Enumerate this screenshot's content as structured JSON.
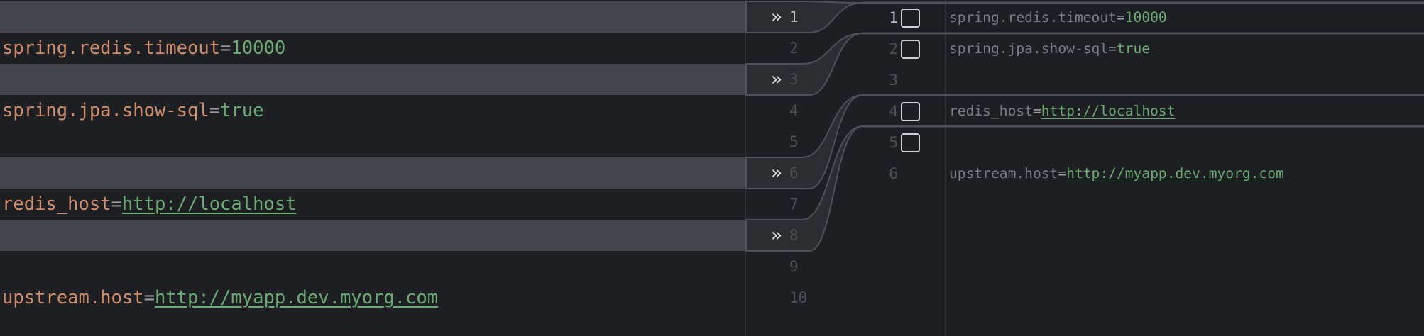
{
  "colors": {
    "background": "#1e1f22",
    "inserted_band": "#43454a",
    "key": "#cf8e6d",
    "value": "#6aab73",
    "faded_key": "#7a7e85"
  },
  "left": {
    "lines": [
      {
        "num": "1",
        "inserted": true,
        "key": "",
        "eq": "",
        "value": ""
      },
      {
        "num": "2",
        "inserted": false,
        "key": "spring.redis.timeout",
        "eq": "=",
        "value": "10000"
      },
      {
        "num": "3",
        "inserted": true,
        "key": "",
        "eq": "",
        "value": ""
      },
      {
        "num": "4",
        "inserted": false,
        "key": "spring.jpa.show-sql",
        "eq": "=",
        "value": "true"
      },
      {
        "num": "5",
        "inserted": false,
        "key": "",
        "eq": "",
        "value": ""
      },
      {
        "num": "6",
        "inserted": true,
        "key": "",
        "eq": "",
        "value": ""
      },
      {
        "num": "7",
        "inserted": false,
        "key": "redis_host",
        "eq": "=",
        "value": "http://localhost",
        "link": true
      },
      {
        "num": "8",
        "inserted": true,
        "key": "",
        "eq": "",
        "value": ""
      },
      {
        "num": "9",
        "inserted": false,
        "key": "",
        "eq": "",
        "value": ""
      },
      {
        "num": "10",
        "inserted": false,
        "key": "upstream.host",
        "eq": "=",
        "value": "http://myapp.dev.myorg.com",
        "link": true
      }
    ],
    "apply_icon": "double-chevron-right-icon"
  },
  "right": {
    "lines": [
      {
        "num": "1",
        "checkbox": true,
        "key": "spring.redis.timeout",
        "eq": "=",
        "value": "10000"
      },
      {
        "num": "2",
        "checkbox": true,
        "key": "spring.jpa.show-sql",
        "eq": "=",
        "value": "true"
      },
      {
        "num": "3",
        "checkbox": false,
        "key": "",
        "eq": "",
        "value": ""
      },
      {
        "num": "4",
        "checkbox": true,
        "key": "redis_host",
        "eq": "=",
        "value": "http://localhost",
        "link": true
      },
      {
        "num": "5",
        "checkbox": true,
        "key": "",
        "eq": "",
        "value": ""
      },
      {
        "num": "6",
        "checkbox": false,
        "key": "upstream.host",
        "eq": "=",
        "value": "http://myapp.dev.myorg.com",
        "link": true
      }
    ]
  },
  "arrow_glyph": "»"
}
